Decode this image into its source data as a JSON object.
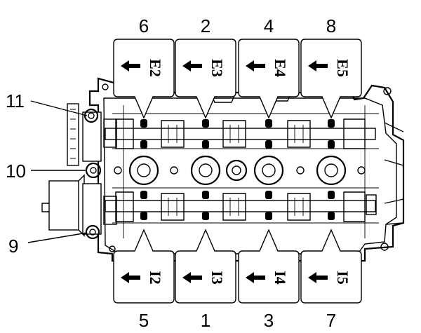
{
  "diagram": {
    "top_caps": [
      {
        "order": "6",
        "label": "E2"
      },
      {
        "order": "2",
        "label": "E3"
      },
      {
        "order": "4",
        "label": "E4"
      },
      {
        "order": "8",
        "label": "E5"
      }
    ],
    "bottom_caps": [
      {
        "order": "5",
        "label": "I2"
      },
      {
        "order": "1",
        "label": "I3"
      },
      {
        "order": "3",
        "label": "I4"
      },
      {
        "order": "7",
        "label": "I5"
      }
    ],
    "side_labels": [
      {
        "order": "11"
      },
      {
        "order": "10"
      },
      {
        "order": "9"
      }
    ],
    "arrow_symbol": "left-arrow-icon"
  }
}
